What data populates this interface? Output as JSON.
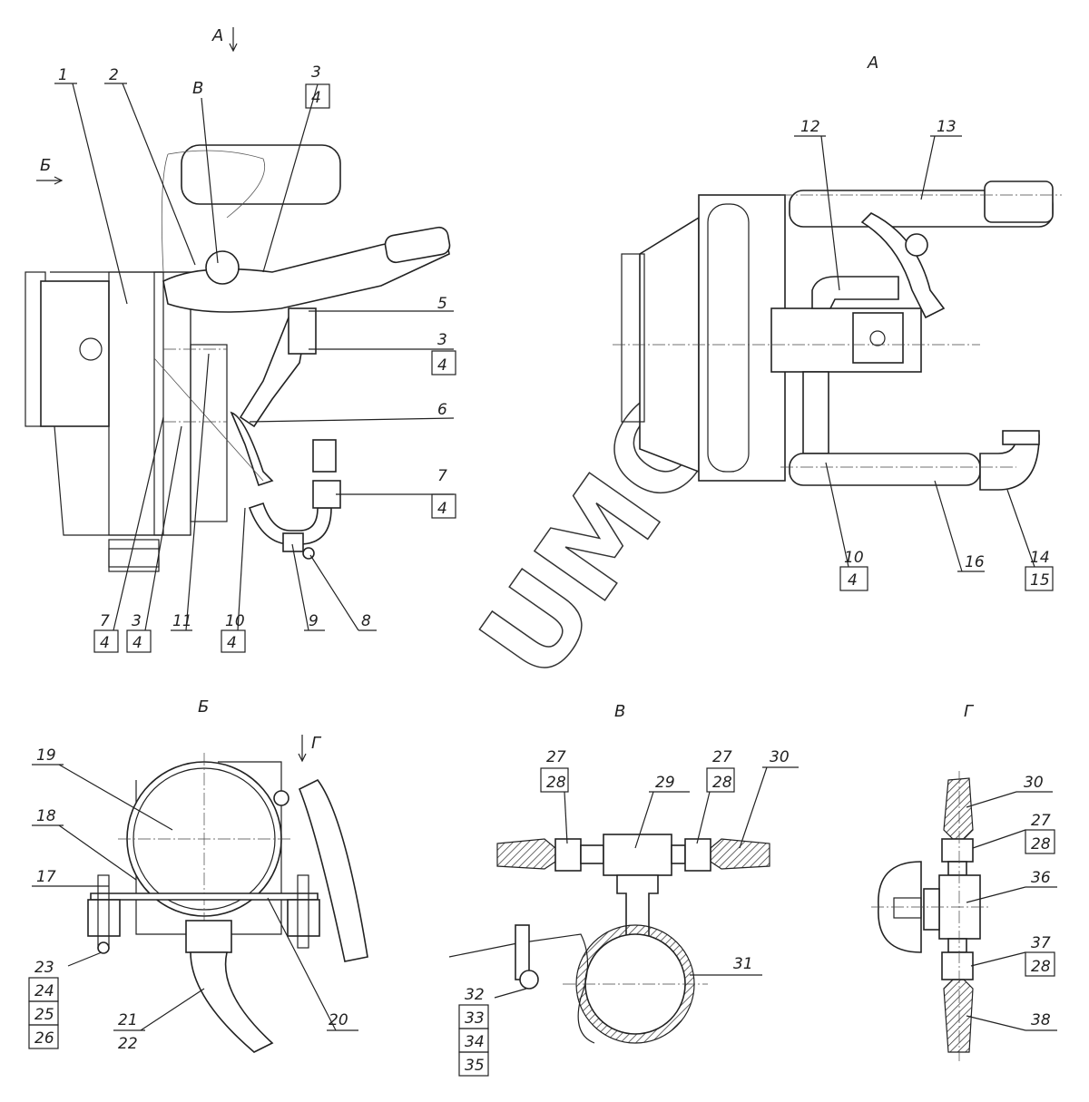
{
  "watermark": "UMG",
  "main_view": {
    "arrow_a": "A",
    "arrow_b": "Б",
    "section_v": "В",
    "callouts": {
      "c1": "1",
      "c2": "2",
      "c3a_top": "3",
      "c3a_bot": "4",
      "c5": "5",
      "c3b_top": "3",
      "c3b_bot": "4",
      "c6": "6",
      "c7a_top": "7",
      "c7a_bot": "4",
      "c8": "8",
      "c9": "9",
      "c10_top": "10",
      "c10_bot": "4",
      "c11": "11",
      "c3c_top": "3",
      "c3c_bot": "4",
      "c7b_top": "7",
      "c7b_bot": "4"
    }
  },
  "view_a": {
    "title": "A",
    "callouts": {
      "c12": "12",
      "c13": "13",
      "c10_top": "10",
      "c10_bot": "4",
      "c16": "16",
      "c14_top": "14",
      "c14_bot": "15"
    }
  },
  "view_b": {
    "title": "Б",
    "arrow_g": "Г",
    "callouts": {
      "c19": "19",
      "c18": "18",
      "c17": "17",
      "c23": "23",
      "c24": "24",
      "c25": "25",
      "c26": "26",
      "c21": "21",
      "c22": "22",
      "c20": "20"
    }
  },
  "view_v": {
    "title": "В",
    "callouts": {
      "c27a": "27",
      "c28a": "28",
      "c29": "29",
      "c27b": "27",
      "c28b": "28",
      "c30": "30",
      "c31": "31",
      "c32": "32",
      "c33": "33",
      "c34": "34",
      "c35": "35"
    }
  },
  "view_g": {
    "title": "Г",
    "callouts": {
      "c30": "30",
      "c27": "27",
      "c28a": "28",
      "c36": "36",
      "c37": "37",
      "c28b": "28",
      "c38": "38"
    }
  }
}
